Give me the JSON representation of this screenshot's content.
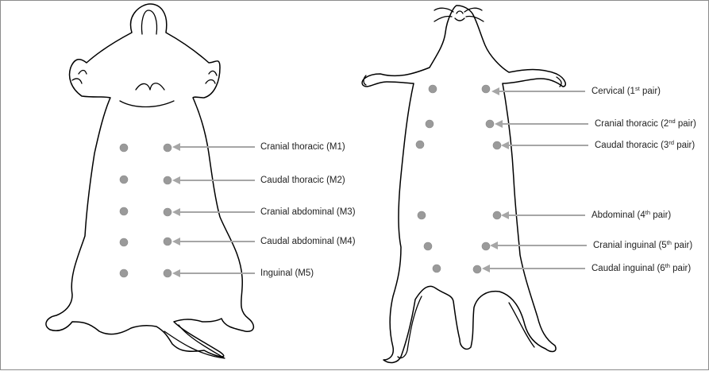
{
  "colors": {
    "gland": "#9a9a9a",
    "pointer": "#a6a6a6",
    "outline": "#000000",
    "text": "#222222"
  },
  "mouse": {
    "labels": [
      {
        "text": "Cranial thoracic (M1)"
      },
      {
        "text": "Caudal thoracic (M2)"
      },
      {
        "text": "Cranial abdominal (M3)"
      },
      {
        "text": "Caudal abdominal (M4)"
      },
      {
        "text": "Inguinal  (M5)"
      }
    ]
  },
  "rat": {
    "labels": [
      {
        "pre": "Cervical (1",
        "sup": "st",
        "post": " pair)"
      },
      {
        "pre": "Cranial thoracic (2",
        "sup": "nd",
        "post": " pair)"
      },
      {
        "pre": "Caudal thoracic (3",
        "sup": "rd",
        "post": " pair)"
      },
      {
        "pre": "Abdominal (4",
        "sup": "th",
        "post": " pair)"
      },
      {
        "pre": "Cranial inguinal (5",
        "sup": "th",
        "post": " pair)"
      },
      {
        "pre": "Caudal inguinal (6",
        "sup": "th",
        "post": " pair)"
      }
    ]
  }
}
